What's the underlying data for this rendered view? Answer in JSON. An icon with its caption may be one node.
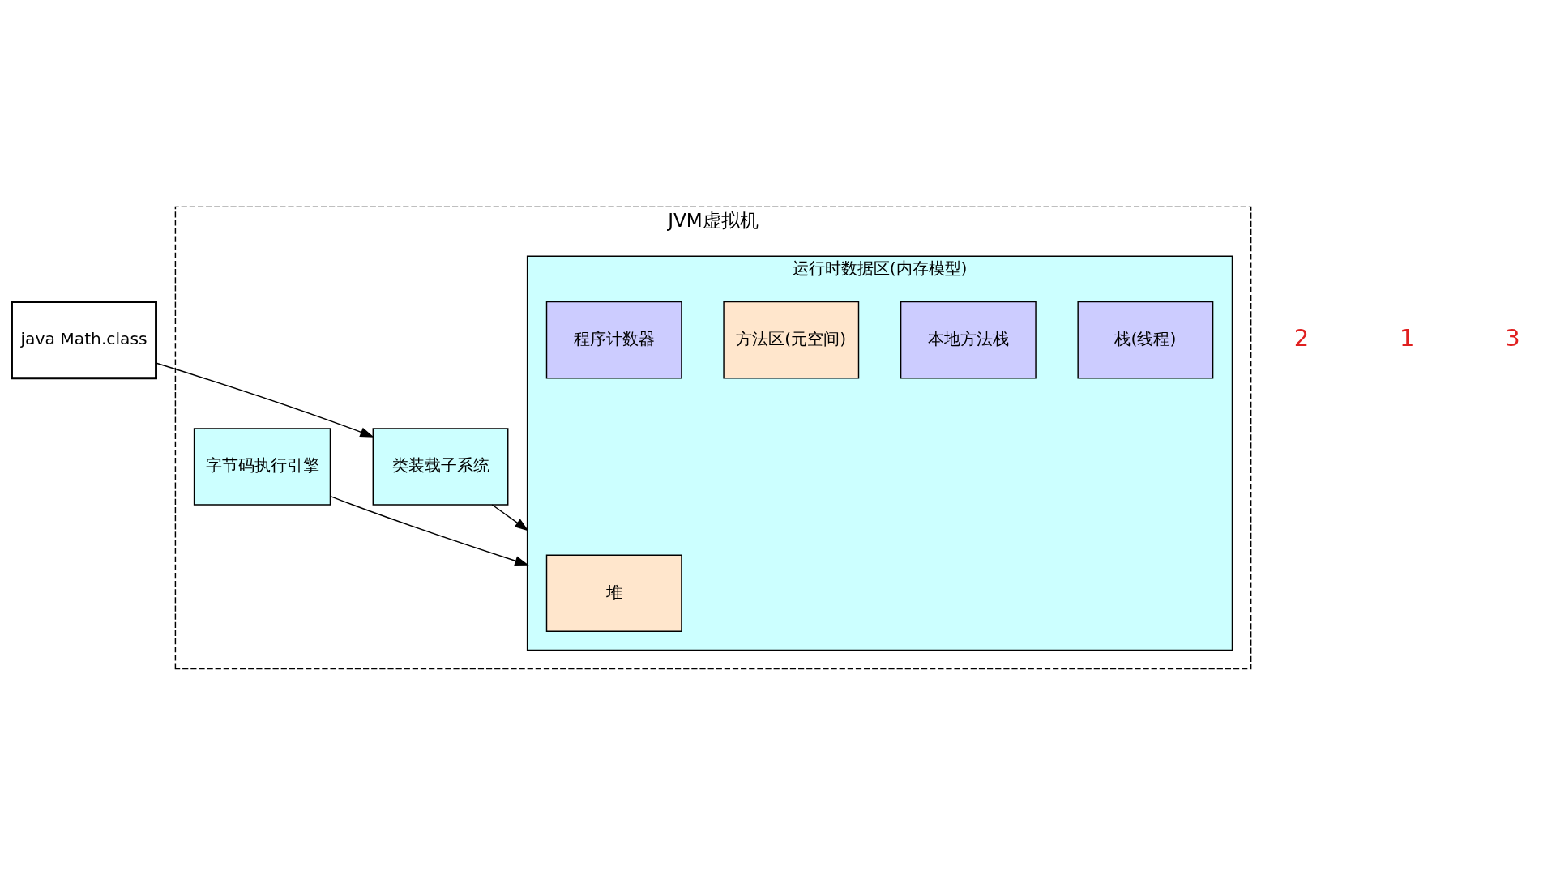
{
  "diagram": {
    "nodes": [
      {
        "text": [
          "java Math.class"
        ]
      },
      {
        "text": [
          "JVM虚拟机"
        ]
      },
      {
        "text": [
          "运行时数据区(内存模型)"
        ],
        "in": 1
      },
      {
        "text": [
          "堆"
        ],
        "in": 2
      },
      {
        "text": [
          "栈(线程)"
        ],
        "in": 2
      },
      {
        "text": [
          "本地方法栈"
        ],
        "in": 2
      },
      {
        "text": [
          "方法区(元空间)"
        ],
        "in": 2
      },
      {
        "text": [
          "程序计数器"
        ],
        "in": 2
      },
      {
        "text": [
          "类装载子系统"
        ],
        "in": 1
      },
      {
        "text": [
          "字节码执行引擎"
        ],
        "in": 1
      }
    ],
    "edges": [
      {
        "from": 0,
        "to": 8,
        "arrow": "to"
      },
      {
        "from": 8,
        "to": 2,
        "arrow": "to"
      },
      {
        "from": 9,
        "to": 2,
        "arrow": "to"
      }
    ],
    "labels": [
      "2",
      "1",
      "3"
    ]
  }
}
